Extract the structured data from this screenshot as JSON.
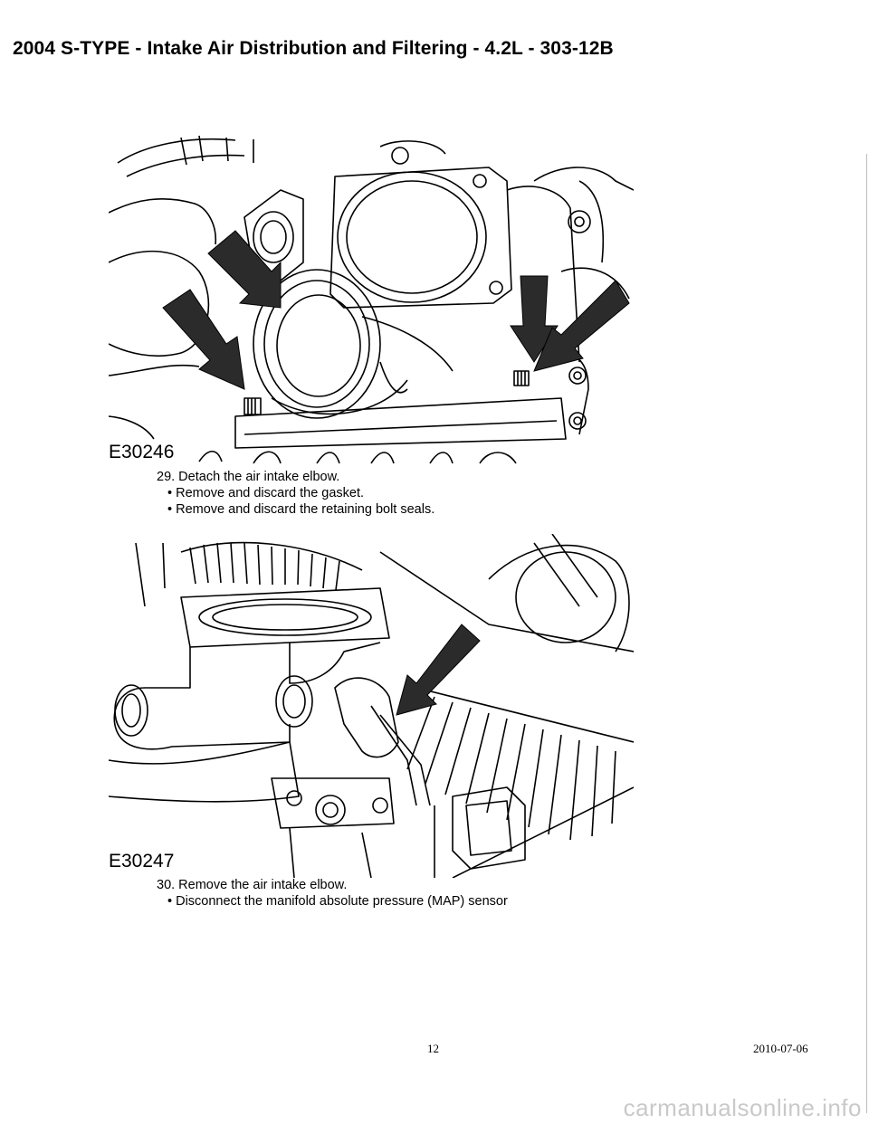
{
  "header": {
    "title": "2004 S-TYPE - Intake Air Distribution and Filtering - 4.2L - 303-12B"
  },
  "figures": [
    {
      "id": "E30246",
      "step": "29. Detach the air intake elbow.",
      "bullets": [
        "• Remove and discard the gasket.",
        "• Remove and discard the retaining bolt seals."
      ]
    },
    {
      "id": "E30247",
      "step": "30. Remove the air intake elbow.",
      "bullets": [
        "• Disconnect the manifold absolute pressure (MAP) sensor"
      ]
    }
  ],
  "footer": {
    "page_number": "12",
    "date": "2010-07-06"
  },
  "watermark": "carmanualsonline.info",
  "icons": {
    "arrow": "arrow-icon"
  }
}
